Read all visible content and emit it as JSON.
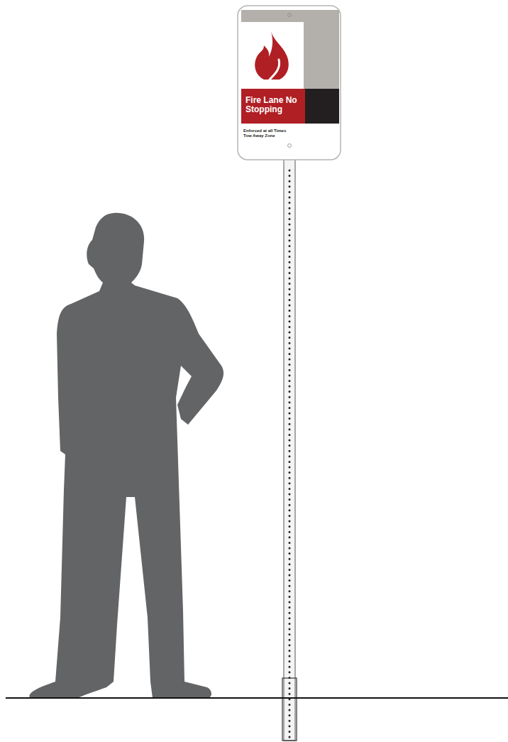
{
  "diagram": {
    "nodes": [
      {
        "text": [
          "Enforced at all Times Tow Away Zone"
        ]
      },
      {
        "text": [
          "Fire Lane No Stopping"
        ],
        "in": 0
      }
    ]
  }
}
